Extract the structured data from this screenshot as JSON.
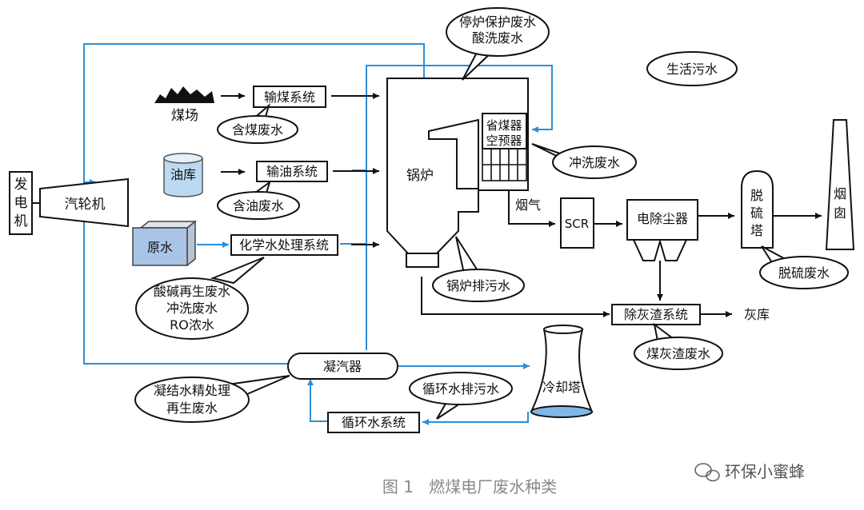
{
  "colors": {
    "stroke": "#111111",
    "blue": "#2e8fd6",
    "tank": "#bcd9f1",
    "water_box": "#a9c4e6",
    "coal": "#111111",
    "caption": "#8a8a8a"
  },
  "labels": {
    "coal_yard": "煤场",
    "coal_system": "输煤系统",
    "coal_wastewater": "含煤废水",
    "oil_depot": "油库",
    "oil_system": "输油系统",
    "oil_wastewater": "含油废水",
    "raw_water": "原水",
    "chem_system": "化学水处理系统",
    "chem_ww_1": "酸碱再生废水",
    "chem_ww_2": "冲洗废水",
    "chem_ww_3": "RO浓水",
    "generator": "发电机",
    "turbine": "汽轮机",
    "boiler": "锅炉",
    "economizer": "省煤器",
    "preheater": "空预器",
    "wash_wastewater": "冲洗废水",
    "shutdown_ww_1": "停炉保护废水",
    "shutdown_ww_2": "酸洗废水",
    "domestic_sewage": "生活污水",
    "flue_gas": "烟气",
    "scr": "SCR",
    "esp": "电除尘器",
    "desulf_tower": "脱硫塔",
    "chimney": "烟囱",
    "desulf_wastewater": "脱硫废水",
    "blowdown": "锅炉排污水",
    "ash_system": "除灰渣系统",
    "ash_depot": "灰库",
    "ash_wastewater": "煤灰渣废水",
    "condenser": "凝汽器",
    "cooling_tower": "冷却塔",
    "condensate_ww_1": "凝结水精处理",
    "condensate_ww_2": "再生废水",
    "circ_blowdown": "循环水排污水",
    "circ_system": "循环水系统"
  },
  "caption": "图 1   燃煤电厂废水种类",
  "watermark": "环保小蜜蜂"
}
